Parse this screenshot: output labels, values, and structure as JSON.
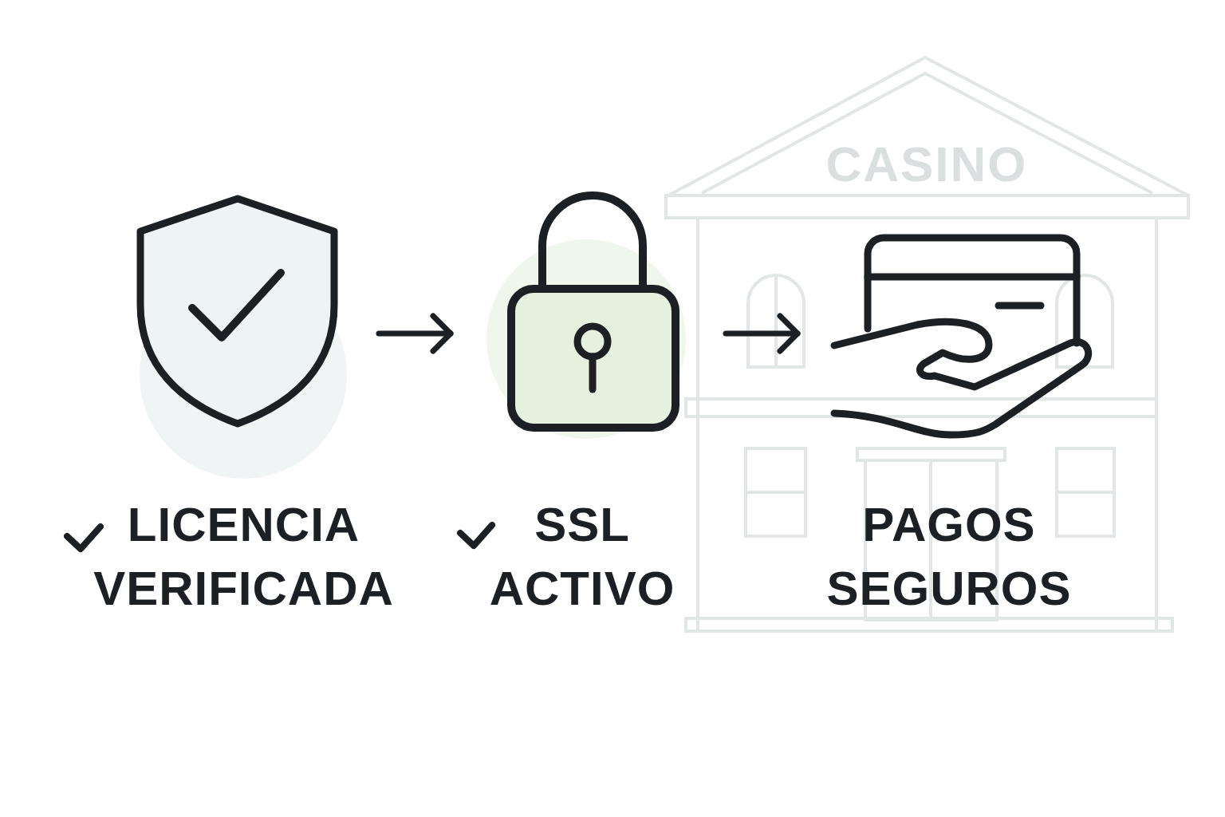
{
  "diagram": {
    "nodes": [
      {
        "text": [
          "LICENCIA VERIFICADA"
        ]
      },
      {
        "text": [
          "SSL ACTIVO"
        ]
      },
      {
        "text": [
          "PAGOS SEGUROS"
        ]
      }
    ],
    "edges": [
      {
        "from": 0,
        "to": 1,
        "arrow": "to"
      },
      {
        "from": 1,
        "to": 2,
        "arrow": "to"
      }
    ],
    "labels": [
      "CASINO"
    ]
  }
}
